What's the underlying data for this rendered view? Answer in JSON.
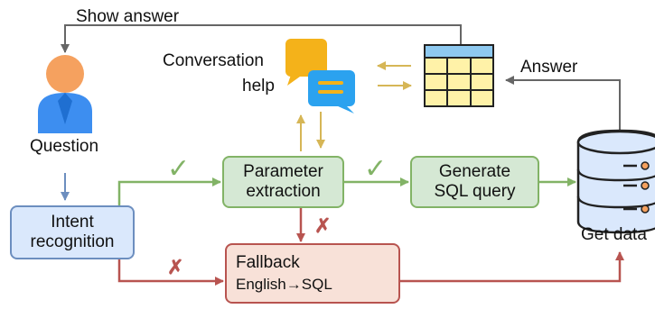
{
  "labels": {
    "show_answer": "Show answer",
    "conversation": "Conversation",
    "help": "help",
    "answer": "Answer",
    "question": "Question",
    "get_data": "Get data"
  },
  "nodes": {
    "intent": [
      "Intent",
      "recognition"
    ],
    "param": [
      "Parameter",
      "extraction"
    ],
    "sql": [
      "Generate",
      "SQL query"
    ],
    "fallback_title": "Fallback",
    "fallback_sub": "English→SQL"
  },
  "marks": {
    "check": "✓",
    "cross": "✗"
  },
  "colors": {
    "green": "#82b366",
    "green_fill": "#d5e8d4",
    "red": "#b85450",
    "red_fill": "#f8e1d8",
    "blue": "#6c8ebf",
    "blue_fill": "#dae8fc",
    "gold": "#d6b656",
    "gray": "#666666"
  }
}
